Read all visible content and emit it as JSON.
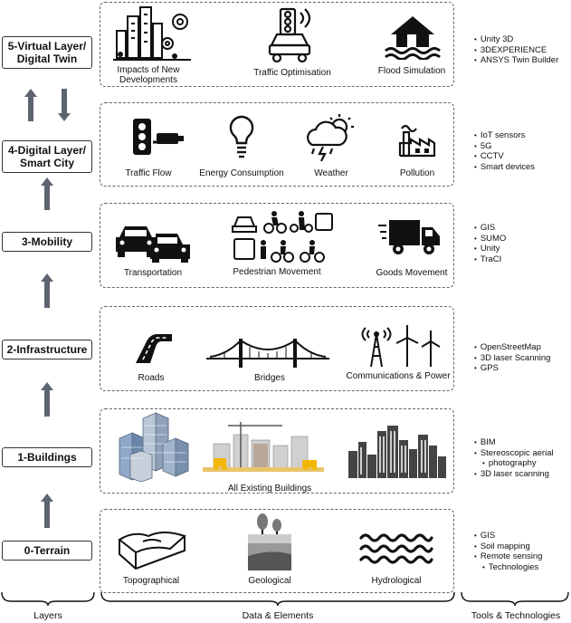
{
  "layers": [
    {
      "line1": "5-Virtual Layer/",
      "line2": "Digital Twin"
    },
    {
      "line1": "4-Digital Layer/",
      "line2": "Smart City"
    },
    {
      "line1": "3-Mobility",
      "line2": ""
    },
    {
      "line1": "2-Infrastructure",
      "line2": ""
    },
    {
      "line1": "1-Buildings",
      "line2": ""
    },
    {
      "line1": "0-Terrain",
      "line2": ""
    }
  ],
  "elements": {
    "virtual": {
      "impacts_l1": "Impacts of New",
      "impacts_l2": "Developments",
      "traffic_opt": "Traffic Optimisation",
      "flood": "Flood Simulation"
    },
    "digital": {
      "traffic_flow": "Traffic Flow",
      "energy": "Energy Consumption",
      "weather": "Weather",
      "pollution": "Pollution"
    },
    "mobility": {
      "transportation": "Transportation",
      "pedestrian": "Pedestrian Movement",
      "goods": "Goods Movement"
    },
    "infrastructure": {
      "roads": "Roads",
      "bridges": "Bridges",
      "comms": "Communications & Power"
    },
    "buildings": {
      "all": "All Existing Buildings"
    },
    "terrain": {
      "topo": "Topographical",
      "geo": "Geological",
      "hydro": "Hydrological"
    }
  },
  "tools": {
    "virtual": [
      "Unity 3D",
      "3DEXPERIENCE",
      "ANSYS Twin Builder"
    ],
    "digital": [
      "IoT sensors",
      "5G",
      "CCTV",
      "Smart devices"
    ],
    "mobility": [
      "GIS",
      "SUMO",
      "Unity",
      "TraCI"
    ],
    "infrastructure": [
      "OpenStreetMap",
      "3D laser Scanning",
      "GPS"
    ],
    "buildings": [
      "BIM",
      "Stereoscopic aerial",
      "photography",
      "3D laser scanning"
    ],
    "terrain": [
      "GIS",
      "Soil mapping",
      "Remote sensing",
      "Technologies"
    ]
  },
  "footer": {
    "layers": "Layers",
    "data": "Data & Elements",
    "tools": "Tools & Technologies"
  },
  "colors": {
    "arrow": "#5e6470",
    "icon": "#111111",
    "border": "#666666"
  },
  "icons": [
    "city-growth-icon",
    "traffic-light-car-icon",
    "flooded-house-icon",
    "traffic-camera-icon",
    "lightbulb-icon",
    "storm-cloud-icon",
    "factory-icon",
    "cars-icon",
    "pedestrians-icon",
    "delivery-truck-icon",
    "road-icon",
    "bridge-icon",
    "tower-wind-turbine-icon",
    "isometric-buildings-icon",
    "construction-icon",
    "skyline-icon",
    "terrain-block-icon",
    "soil-layers-icon",
    "waves-icon"
  ]
}
